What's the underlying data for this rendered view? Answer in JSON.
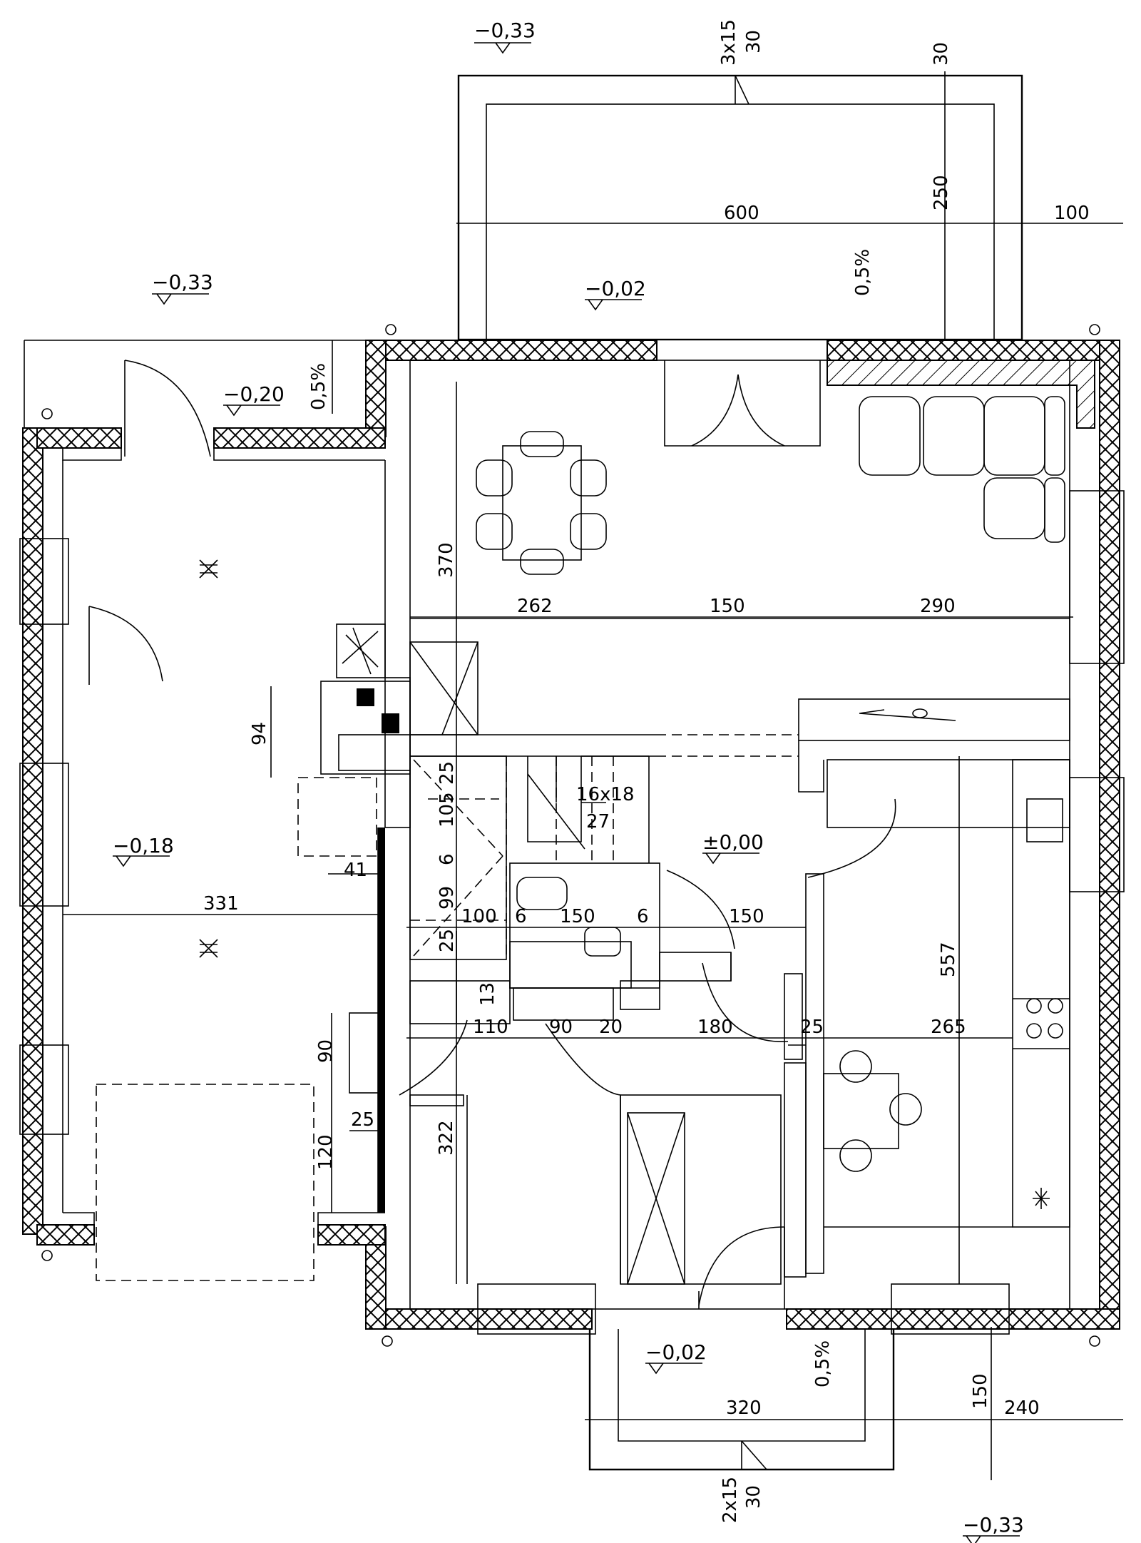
{
  "levels": {
    "terrace_top": "−0,33",
    "entrance_left": "−0,33",
    "terrace_floor": "−0,02",
    "vestibule": "−0,20",
    "garage": "−0,18",
    "main_floor": "±0,00",
    "front_porch": "−0,02",
    "bottom_right": "−0,33"
  },
  "slopes": {
    "terrace": "0,5%",
    "entrance": "0,5%",
    "front_porch": "0,5%"
  },
  "steps": {
    "terrace_line1": "3x15",
    "terrace_line2": "30",
    "porch_line1": "2x15",
    "porch_line2": "30",
    "stair_line1": "16x18",
    "stair_line2": "27"
  },
  "dimensions": {
    "terrace_width": "600",
    "terrace_right": "100",
    "terrace_top_wall": "30",
    "terrace_depth": "250",
    "living_height": "370",
    "dining_width": "262",
    "living_mid": "150",
    "living_right": "290",
    "hall_94": "94",
    "hall_41": "41",
    "garage_width": "331",
    "stair_25a": "25",
    "stair_105": "105",
    "stair_6a": "6",
    "stair_99": "99",
    "stair_25b": "25",
    "wc_100": "100",
    "wc_6b": "6",
    "wc_150": "150",
    "wc_6c": "6",
    "hall_150": "150",
    "dim_13": "13",
    "dim_110": "110",
    "dim_90a": "90",
    "dim_20": "20",
    "dim_180": "180",
    "dim_25c": "25",
    "kitchen_width": "265",
    "kitchen_height": "557",
    "garage_90b": "90",
    "garage_25d": "25",
    "garage_120": "120",
    "room_height": "322",
    "porch_width": "320",
    "porch_depth": "150",
    "porch_right": "240"
  }
}
